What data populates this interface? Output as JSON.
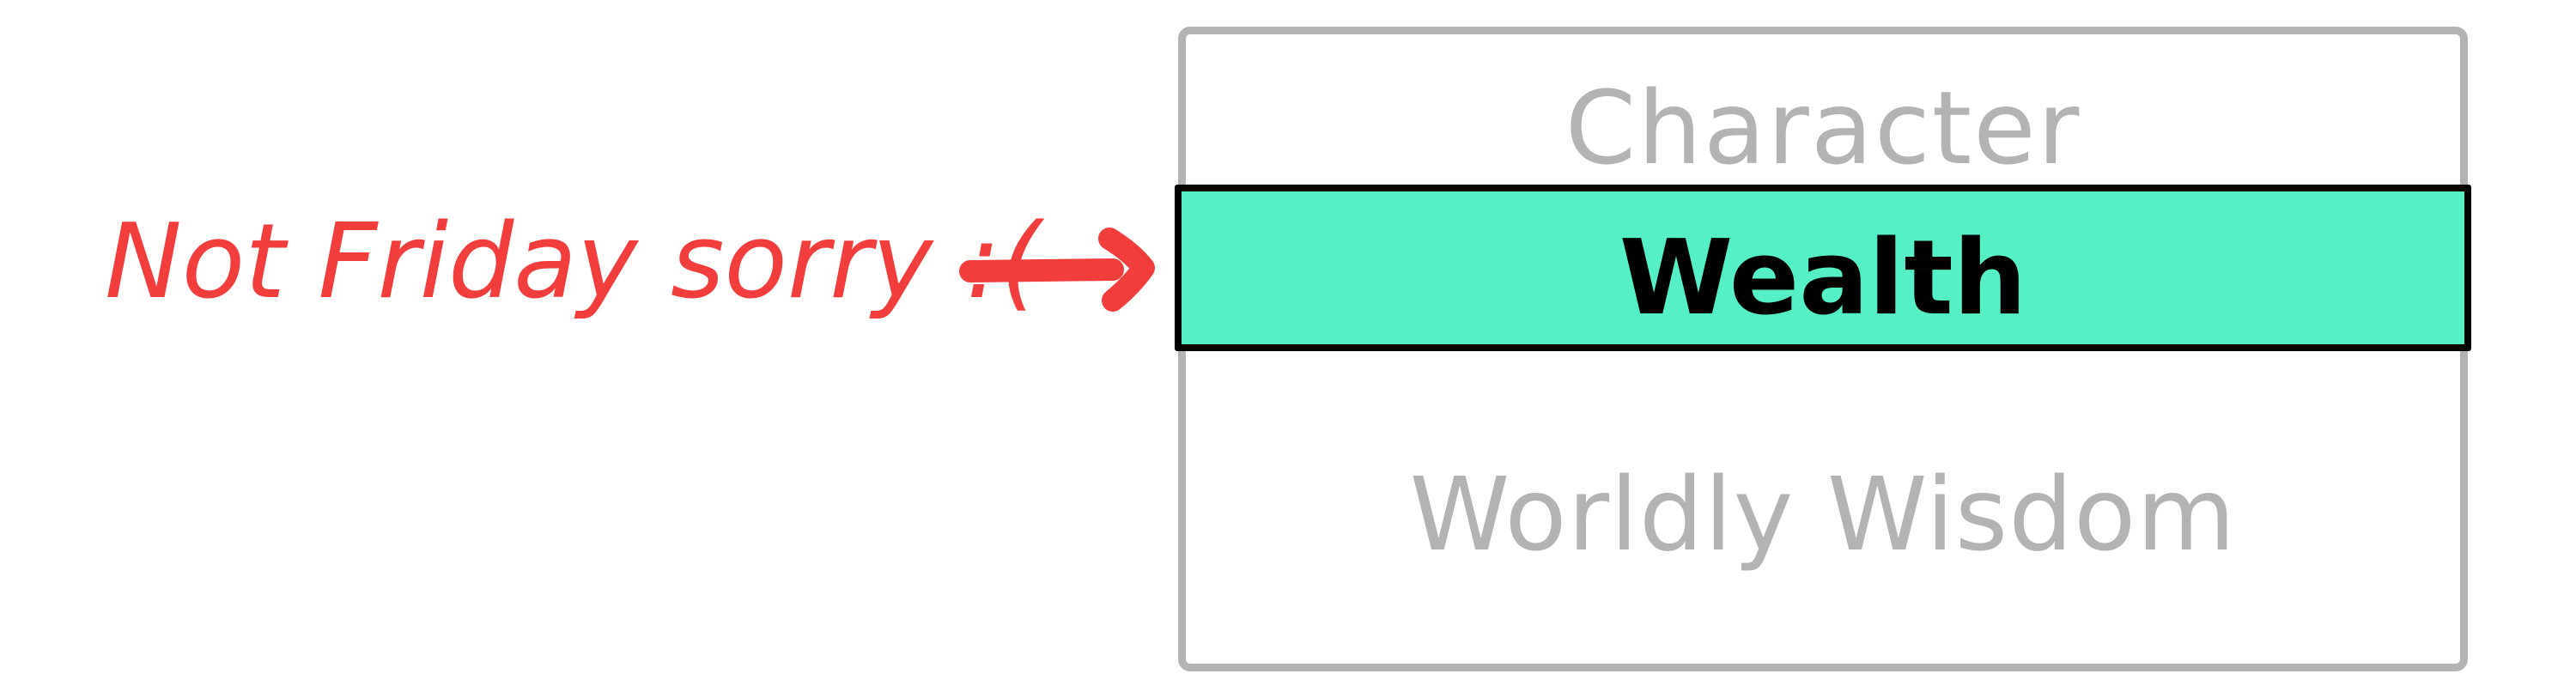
{
  "diagram": {
    "items": [
      {
        "label": "Character"
      },
      {
        "label": "Wealth",
        "highlighted": true
      },
      {
        "label": "Worldly Wisdom"
      }
    ],
    "annotation": {
      "text": "Not Friday sorry :(",
      "points_to": "Wealth"
    }
  },
  "colors": {
    "muted_text": "#b3b3b3",
    "frame_border": "#b3b3b3",
    "highlight_fill": "#55f0c6",
    "highlight_border": "#000000",
    "annotation": "#f23d3d"
  }
}
